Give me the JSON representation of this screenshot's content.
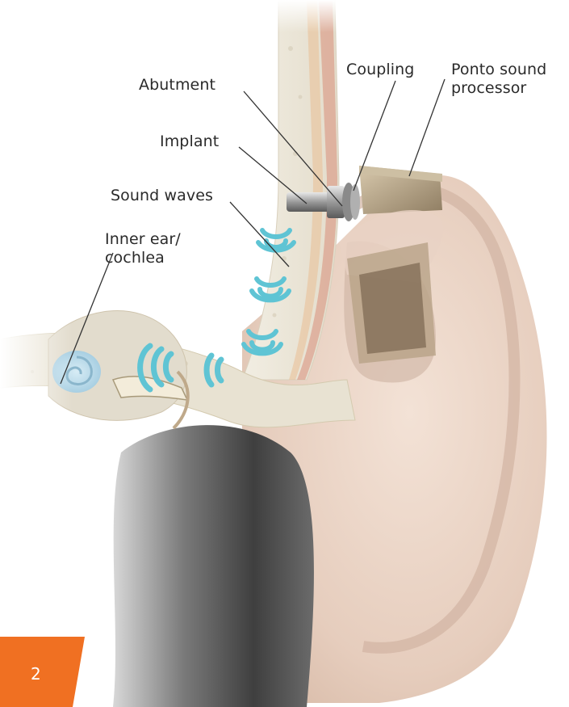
{
  "labels": {
    "abutment": "Abutment",
    "implant": "Implant",
    "sound_waves": "Sound waves",
    "inner_ear": "Inner ear/\ncochlea",
    "coupling": "Coupling",
    "ponto": "Ponto sound\nprocessor"
  },
  "page_number": "2",
  "colors": {
    "accent_orange": "#f07022",
    "sound_wave": "#5fc4d4",
    "skin": "#e8d2c4",
    "bone": "#efeadc",
    "tissue": "#d98e7a",
    "canal": "#6e6e6e",
    "device": "#b7a68a",
    "cochlea": "#b9dcec"
  },
  "icons": {
    "page_tab": "orange-page-tab"
  }
}
